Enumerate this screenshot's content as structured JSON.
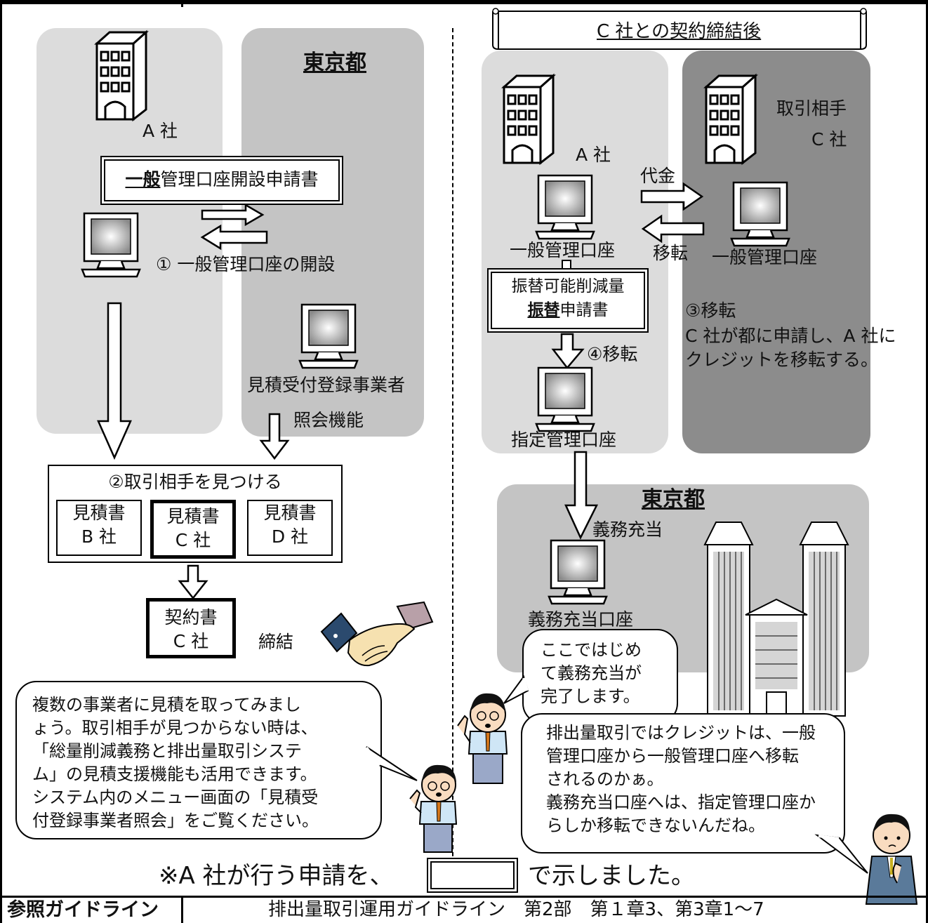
{
  "left": {
    "tokyo_label": "東京都",
    "company_a": "A 社",
    "application_general_bold": "一般",
    "application_general_rest": "管理口座開設申請書",
    "step1": "①  一般管理口座の開設",
    "estimator_label": "見積受付登録事業者",
    "inquiry_label": "照会機能",
    "step2": "②取引相手を見つける",
    "estimates": [
      {
        "title": "見積書",
        "company": "B 社"
      },
      {
        "title": "見積書",
        "company": "C 社"
      },
      {
        "title": "見積書",
        "company": "D 社"
      }
    ],
    "contract_title": "契約書",
    "contract_company": "C 社",
    "conclusion": "締結",
    "bubble_text": "複数の事業者に見積を取ってみまし\nょう。取引相手が見つからない時は、\n「総量削減義務と排出量取引システ\nム」の見積支援機能も活用できます。\nシステム内のメニュー画面の「見積受\n付登録事業者照会」をご覧ください。"
  },
  "right": {
    "scroll_title": "C 社との契約締結後",
    "company_a": "A 社",
    "partner_label": "取引相手",
    "company_c": "C 社",
    "payment": "代金",
    "transfer": "移転",
    "general_account_a": "一般管理口座",
    "general_account_c": "一般管理口座",
    "transfer_app_line1": "振替可能削減量",
    "transfer_app_line2_bold": "振替",
    "transfer_app_line2_rest": "申請書",
    "step4": "④移転",
    "step3_title": "③移転",
    "step3_body": "C 社が都に申請し、A 社に\nクレジットを移転する。",
    "designated_account": "指定管理口座",
    "tokyo_label": "東京都",
    "obligation": "義務充当",
    "obligation_account": "義務充当口座",
    "bubble_small": "ここではじめ\nて義務充当が\n完了します。",
    "bubble_large": "排出量取引ではクレジットは、一般\n管理口座から一般管理口座へ移転\nされるのかぁ。\n義務充当口座へは、指定管理口座か\nらしか移転できないんだね。"
  },
  "note_before": "※A 社が行う申請を、",
  "note_after": "で示しました。",
  "footer": {
    "label": "参照ガイドライン",
    "text": "排出量取引運用ガイドライン　第2部　第１章3、第3章1～7"
  }
}
